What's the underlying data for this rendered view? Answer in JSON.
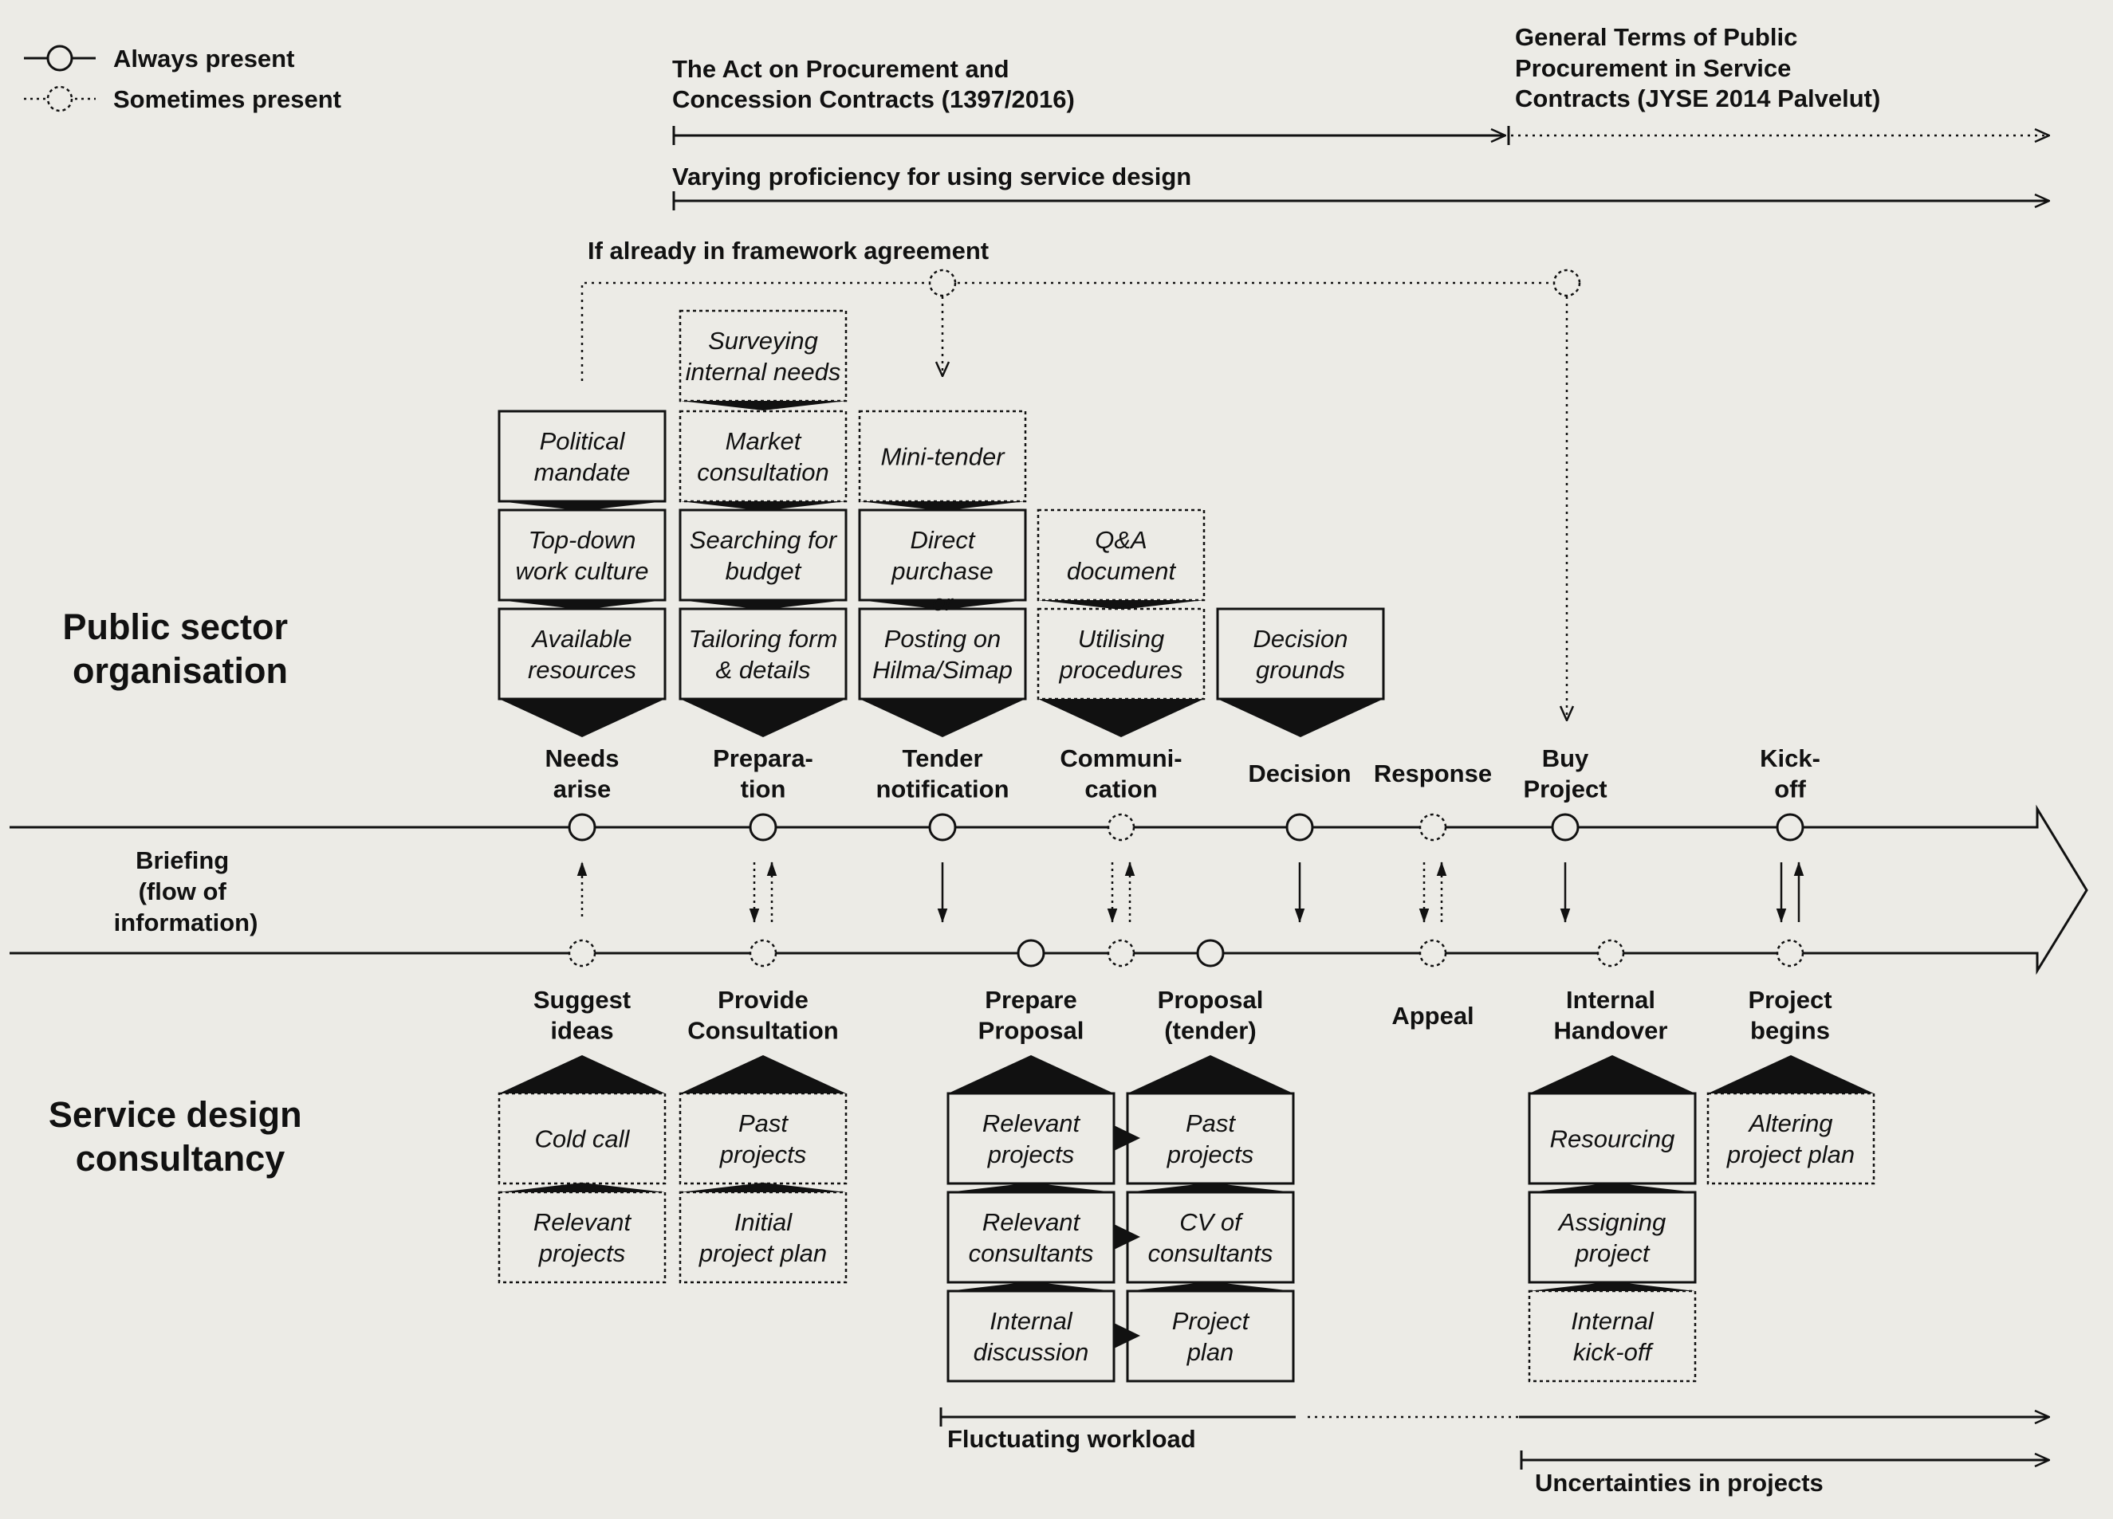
{
  "legend": [
    {
      "label": "Always present",
      "style": "solid"
    },
    {
      "label": "Sometimes present",
      "style": "dotted"
    }
  ],
  "headers": {
    "act": [
      "The Act on Procurement and",
      "Concession Contracts (1397/2016)"
    ],
    "general_terms": [
      "General Terms of Public",
      "Procurement in Service",
      "Contracts (JYSE 2014 Palvelut)"
    ],
    "proficiency": "Varying proficiency for using service design",
    "framework": "If already in framework agreement"
  },
  "lanes": {
    "public": [
      "Public sector",
      "organisation"
    ],
    "consultancy": [
      "Service design",
      "consultancy"
    ],
    "briefing": [
      "Briefing",
      "(flow of",
      "information)"
    ]
  },
  "top_stages": [
    {
      "id": "needs",
      "label": [
        "Needs",
        "arise"
      ],
      "present": "always",
      "arrow": "up-dotted"
    },
    {
      "id": "prep",
      "label": [
        "Prepara-",
        "tion"
      ],
      "present": "always",
      "arrow": "both-dotted"
    },
    {
      "id": "tender",
      "label": [
        "Tender",
        "notification"
      ],
      "present": "always",
      "arrow": "down"
    },
    {
      "id": "comm",
      "label": [
        "Communi-",
        "cation"
      ],
      "present": "sometimes",
      "arrow": "both-dotted"
    },
    {
      "id": "decision",
      "label": [
        "Decision"
      ],
      "present": "always",
      "arrow": "down"
    },
    {
      "id": "response",
      "label": [
        "Response"
      ],
      "present": "sometimes",
      "arrow": "both-dotted"
    },
    {
      "id": "buy",
      "label": [
        "Buy",
        "Project"
      ],
      "present": "always",
      "arrow": "down"
    },
    {
      "id": "kickoff",
      "label": [
        "Kick-",
        "off"
      ],
      "present": "always",
      "arrow": "both"
    }
  ],
  "bottom_stages": [
    {
      "id": "suggest",
      "label": [
        "Suggest",
        "ideas"
      ],
      "present": "sometimes"
    },
    {
      "id": "consult",
      "label": [
        "Provide",
        "Consultation"
      ],
      "present": "sometimes"
    },
    {
      "id": "prepare",
      "label": [
        "Prepare",
        "Proposal"
      ],
      "present": "always"
    },
    {
      "id": "middle",
      "label": [],
      "present": "sometimes"
    },
    {
      "id": "proposal",
      "label": [
        "Proposal",
        "(tender)"
      ],
      "present": "always"
    },
    {
      "id": "appeal",
      "label": [
        "Appeal"
      ],
      "present": "sometimes"
    },
    {
      "id": "handover",
      "label": [
        "Internal",
        "Handover"
      ],
      "present": "sometimes"
    },
    {
      "id": "begins",
      "label": [
        "Project",
        "begins"
      ],
      "present": "sometimes"
    }
  ],
  "top_boxes": {
    "needs": [
      {
        "text": [
          "Political",
          "mandate"
        ],
        "present": "always"
      },
      {
        "text": [
          "Top-down",
          "work culture"
        ],
        "present": "always"
      },
      {
        "text": [
          "Available",
          "resources"
        ],
        "present": "always"
      }
    ],
    "prep": [
      {
        "text": [
          "Surveying",
          "internal needs"
        ],
        "present": "sometimes"
      },
      {
        "text": [
          "Market",
          "consultation"
        ],
        "present": "sometimes"
      },
      {
        "text": [
          "Searching for",
          "budget"
        ],
        "present": "always"
      },
      {
        "text": [
          "Tailoring form",
          "& details"
        ],
        "present": "always"
      }
    ],
    "tender": [
      {
        "text": [
          "Mini-tender"
        ],
        "present": "sometimes"
      },
      {
        "text": [
          "Direct",
          "purchase"
        ],
        "present": "always"
      },
      {
        "text": [
          "Posting on",
          "Hilma/Simap"
        ],
        "present": "always"
      }
    ],
    "tender_or": "or",
    "comm": [
      {
        "text": [
          "Q&A",
          "document"
        ],
        "present": "sometimes"
      },
      {
        "text": [
          "Utilising",
          "procedures"
        ],
        "present": "sometimes"
      }
    ],
    "decision": [
      {
        "text": [
          "Decision",
          "grounds"
        ],
        "present": "always"
      }
    ]
  },
  "bottom_boxes": {
    "suggest": [
      {
        "text": [
          "Cold call"
        ],
        "present": "sometimes"
      },
      {
        "text": [
          "Relevant",
          "projects"
        ],
        "present": "sometimes"
      }
    ],
    "consult": [
      {
        "text": [
          "Past",
          "projects"
        ],
        "present": "sometimes"
      },
      {
        "text": [
          "Initial",
          "project plan"
        ],
        "present": "sometimes"
      }
    ],
    "prepare": [
      {
        "text": [
          "Relevant",
          "projects"
        ],
        "present": "always"
      },
      {
        "text": [
          "Relevant",
          "consultants"
        ],
        "present": "always"
      },
      {
        "text": [
          "Internal",
          "discussion"
        ],
        "present": "always"
      }
    ],
    "proposal": [
      {
        "text": [
          "Past",
          "projects"
        ],
        "present": "always"
      },
      {
        "text": [
          "CV of",
          "consultants"
        ],
        "present": "always"
      },
      {
        "text": [
          "Project",
          "plan"
        ],
        "present": "always"
      }
    ],
    "handover": [
      {
        "text": [
          "Resourcing"
        ],
        "present": "always"
      },
      {
        "text": [
          "Assigning",
          "project"
        ],
        "present": "always"
      },
      {
        "text": [
          "Internal",
          "kick-off"
        ],
        "present": "sometimes"
      }
    ],
    "begins": [
      {
        "text": [
          "Altering",
          "project plan"
        ],
        "present": "sometimes"
      }
    ]
  },
  "footer": {
    "workload": "Fluctuating workload",
    "uncertainties": "Uncertainties in projects"
  }
}
